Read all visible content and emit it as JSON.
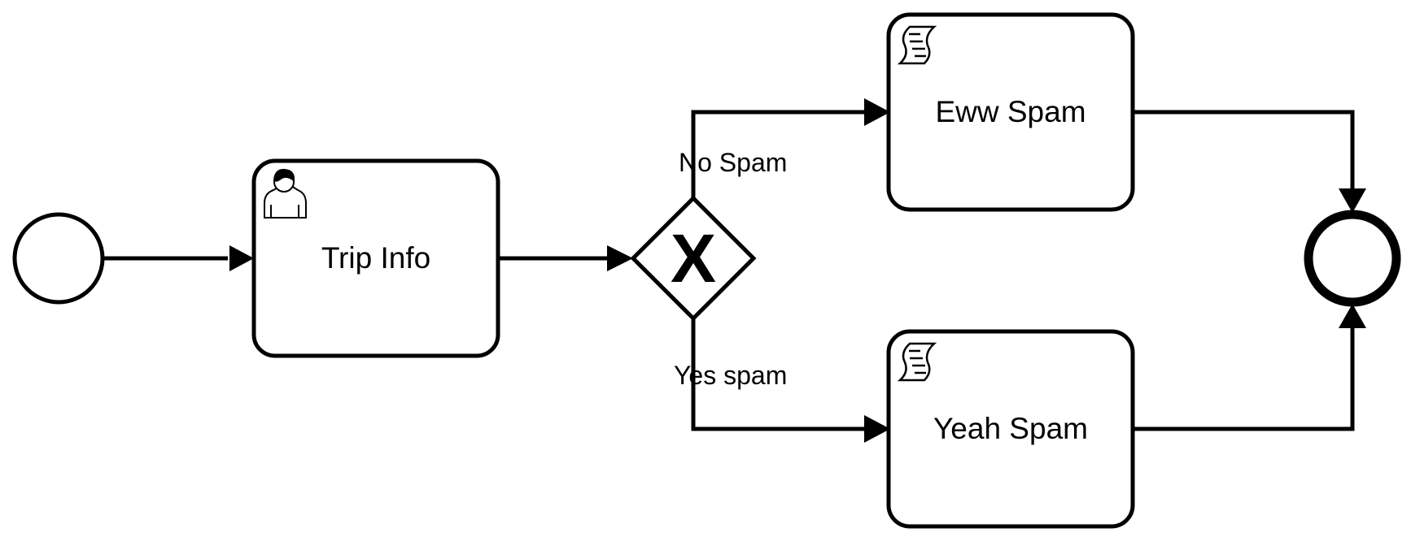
{
  "diagram": {
    "start_event": {
      "type": "start-event"
    },
    "tasks": [
      {
        "id": "trip-info",
        "label": "Trip Info",
        "type": "user-task",
        "icon": "user-icon"
      },
      {
        "id": "eww-spam",
        "label": "Eww Spam",
        "type": "script-task",
        "icon": "script-icon"
      },
      {
        "id": "yeah-spam",
        "label": "Yeah Spam",
        "type": "script-task",
        "icon": "script-icon"
      }
    ],
    "gateway": {
      "type": "exclusive-gateway",
      "marker": "X"
    },
    "end_event": {
      "type": "end-event"
    },
    "flows": [
      {
        "from": "start",
        "to": "trip-info",
        "label": ""
      },
      {
        "from": "trip-info",
        "to": "gateway",
        "label": ""
      },
      {
        "from": "gateway",
        "to": "eww-spam",
        "label": "No Spam"
      },
      {
        "from": "gateway",
        "to": "yeah-spam",
        "label": "Yes spam"
      },
      {
        "from": "eww-spam",
        "to": "end",
        "label": ""
      },
      {
        "from": "yeah-spam",
        "to": "end",
        "label": ""
      }
    ],
    "colors": {
      "stroke": "#000000",
      "fill": "#ffffff"
    }
  }
}
